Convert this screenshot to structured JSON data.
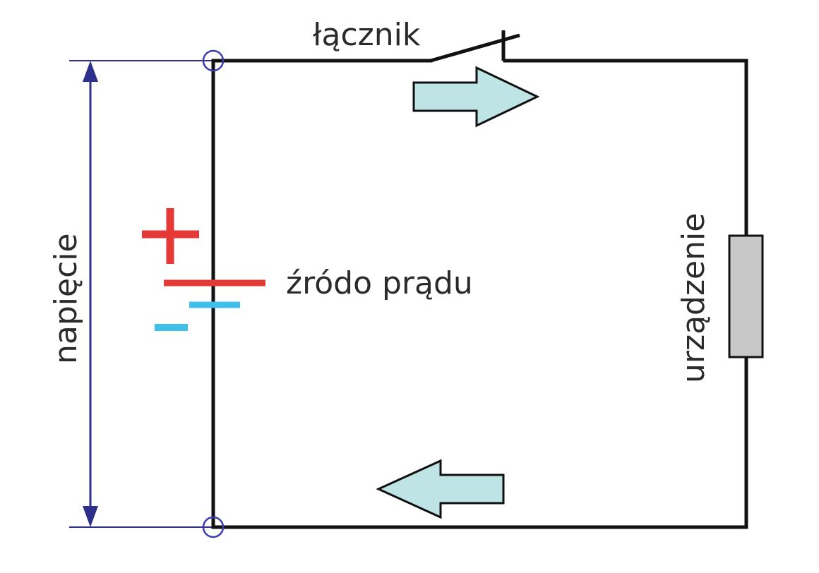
{
  "labels": {
    "switch": "łącznik",
    "source": "źródo prądu",
    "voltage": "napięcie",
    "device": "urządzenie"
  },
  "colors": {
    "wire": "#111111",
    "positive": "#e53935",
    "negative": "#40c0e8",
    "voltage_arrow": "#2e2e8c",
    "terminal": "#3b3bb0",
    "current_arrow_fill": "#bfe4e6",
    "device_fill": "#c8c8c8",
    "text": "#2b2b2b"
  },
  "icons": {
    "terminal_top": "terminal-circle-icon",
    "terminal_bottom": "terminal-circle-icon",
    "current_forward": "arrow-right-icon",
    "current_return": "arrow-left-icon"
  }
}
